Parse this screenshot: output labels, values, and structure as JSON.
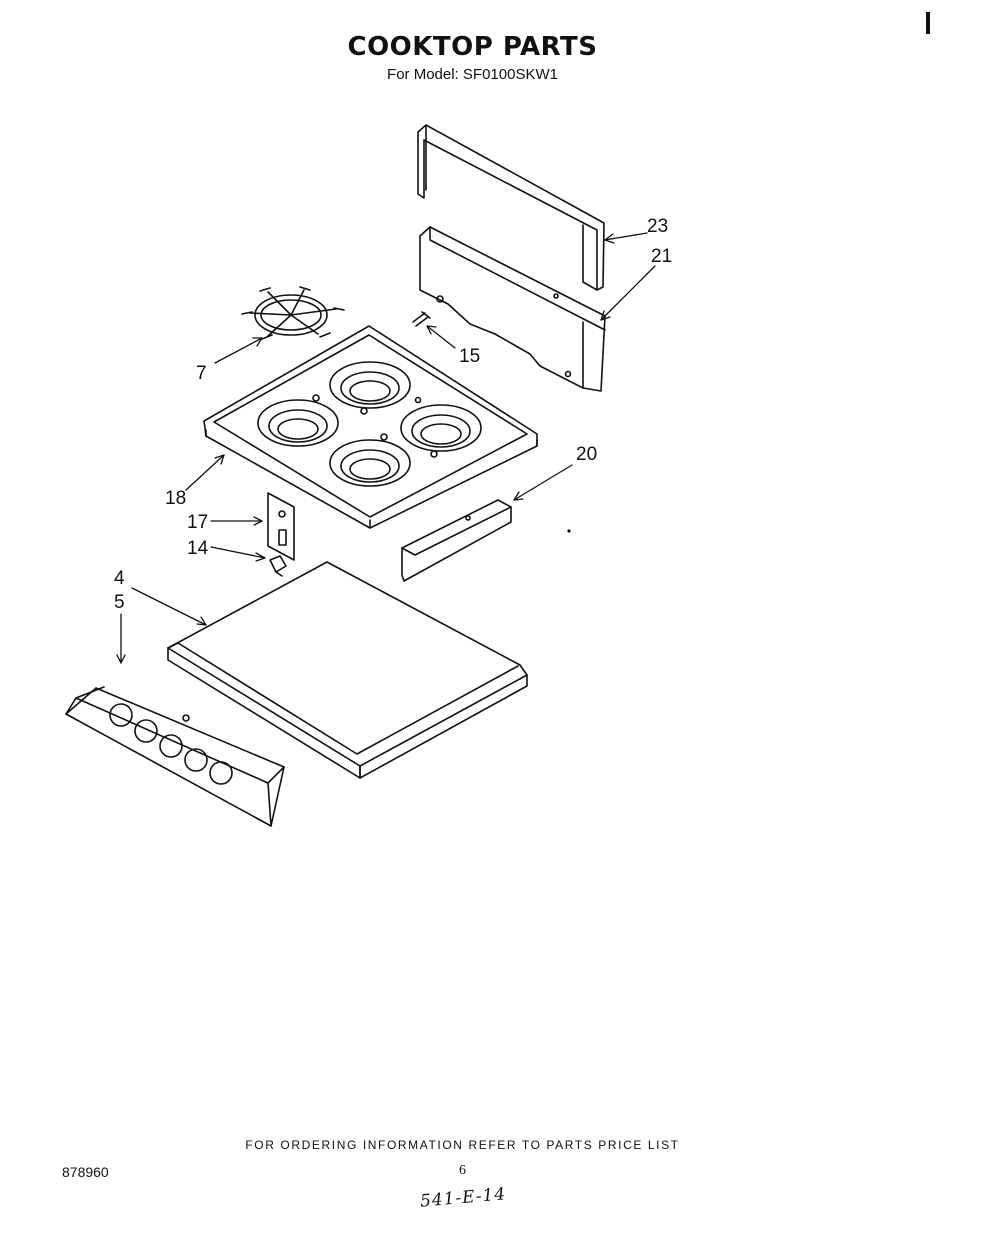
{
  "header": {
    "title": "COOKTOP PARTS",
    "subtitle": "For Model: SF0100SKW1"
  },
  "callouts": [
    {
      "id": "23",
      "part": "rear-trim"
    },
    {
      "id": "21",
      "part": "backguard-panel"
    },
    {
      "id": "15",
      "part": "screw"
    },
    {
      "id": "7",
      "part": "burner-grate"
    },
    {
      "id": "20",
      "part": "front-trim-strip"
    },
    {
      "id": "18",
      "part": "cooktop"
    },
    {
      "id": "17",
      "part": "bracket"
    },
    {
      "id": "14",
      "part": "clip"
    },
    {
      "id": "4",
      "part": "burner-box"
    },
    {
      "id": "5",
      "part": "control-panel"
    }
  ],
  "footer": {
    "ordering_note": "FOR ORDERING INFORMATION REFER TO PARTS PRICE LIST",
    "doc_number": "878960",
    "page_number": "6",
    "handwritten_note": "541-E-14"
  }
}
